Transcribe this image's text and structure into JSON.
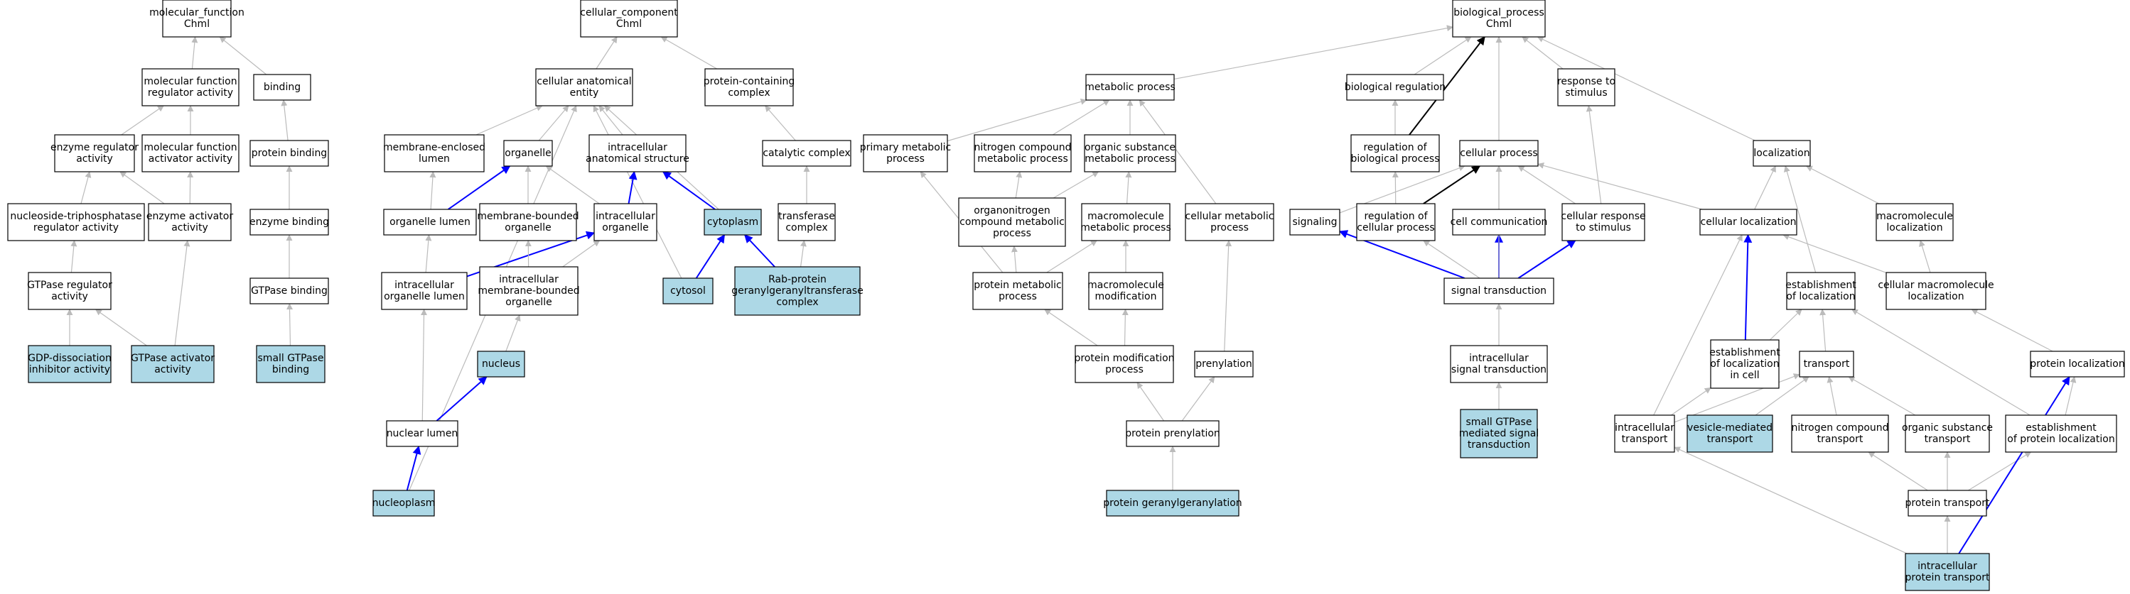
{
  "colors": {
    "highlight": "#add8e6",
    "plain": "#ffffff",
    "edge_gray": "#bbbbbb",
    "edge_blue": "#0000ff",
    "edge_black": "#000000"
  },
  "nodes": {
    "mf": {
      "lines": [
        "molecular_function",
        "Chml"
      ],
      "style": "plain"
    },
    "mfreg": {
      "lines": [
        "molecular function",
        "regulator activity"
      ],
      "style": "plain"
    },
    "binding": {
      "lines": [
        "binding"
      ],
      "style": "plain"
    },
    "enzreg": {
      "lines": [
        "enzyme regulator",
        "activity"
      ],
      "style": "plain"
    },
    "mfact": {
      "lines": [
        "molecular function",
        "activator activity"
      ],
      "style": "plain"
    },
    "protbind": {
      "lines": [
        "protein binding"
      ],
      "style": "plain"
    },
    "ntpreg": {
      "lines": [
        "nucleoside-triphosphatase",
        "regulator activity"
      ],
      "style": "plain"
    },
    "enzact": {
      "lines": [
        "enzyme activator",
        "activity"
      ],
      "style": "plain"
    },
    "enzbind": {
      "lines": [
        "enzyme binding"
      ],
      "style": "plain"
    },
    "gtpreg": {
      "lines": [
        "GTPase regulator",
        "activity"
      ],
      "style": "plain"
    },
    "gtpbind": {
      "lines": [
        "GTPase binding"
      ],
      "style": "plain"
    },
    "gdi": {
      "lines": [
        "GDP-dissociation",
        "inhibitor activity"
      ],
      "style": "highlight"
    },
    "gap": {
      "lines": [
        "GTPase activator",
        "activity"
      ],
      "style": "highlight"
    },
    "smgtpbind": {
      "lines": [
        "small GTPase",
        "binding"
      ],
      "style": "highlight"
    },
    "cc": {
      "lines": [
        "cellular_component",
        "Chml"
      ],
      "style": "plain"
    },
    "cae": {
      "lines": [
        "cellular anatomical",
        "entity"
      ],
      "style": "plain"
    },
    "pcc": {
      "lines": [
        "protein-containing",
        "complex"
      ],
      "style": "plain"
    },
    "menclumen": {
      "lines": [
        "membrane-enclosed",
        "lumen"
      ],
      "style": "plain"
    },
    "organelle": {
      "lines": [
        "organelle"
      ],
      "style": "plain"
    },
    "ias": {
      "lines": [
        "intracellular",
        "anatomical structure"
      ],
      "style": "plain"
    },
    "catcomplex": {
      "lines": [
        "catalytic complex"
      ],
      "style": "plain"
    },
    "orglumen": {
      "lines": [
        "organelle lumen"
      ],
      "style": "plain"
    },
    "mborg": {
      "lines": [
        "membrane-bounded",
        "organelle"
      ],
      "style": "plain"
    },
    "intorg": {
      "lines": [
        "intracellular",
        "organelle"
      ],
      "style": "plain"
    },
    "cytoplasm": {
      "lines": [
        "cytoplasm"
      ],
      "style": "highlight"
    },
    "transcomplex": {
      "lines": [
        "transferase",
        "complex"
      ],
      "style": "plain"
    },
    "intorglumen": {
      "lines": [
        "intracellular",
        "organelle lumen"
      ],
      "style": "plain"
    },
    "intmborg": {
      "lines": [
        "intracellular",
        "membrane-bounded",
        "organelle"
      ],
      "style": "plain"
    },
    "cytosol": {
      "lines": [
        "cytosol"
      ],
      "style": "highlight"
    },
    "rabggt": {
      "lines": [
        "Rab-protein",
        "geranylgeranyltransferase",
        "complex"
      ],
      "style": "highlight"
    },
    "nucleus": {
      "lines": [
        "nucleus"
      ],
      "style": "highlight"
    },
    "nuclumen": {
      "lines": [
        "nuclear lumen"
      ],
      "style": "plain"
    },
    "nucleoplasm": {
      "lines": [
        "nucleoplasm"
      ],
      "style": "highlight"
    },
    "bp": {
      "lines": [
        "biological_process",
        "Chml"
      ],
      "style": "plain"
    },
    "metproc": {
      "lines": [
        "metabolic process"
      ],
      "style": "plain"
    },
    "bioreg": {
      "lines": [
        "biological regulation"
      ],
      "style": "plain"
    },
    "respstim": {
      "lines": [
        "response to",
        "stimulus"
      ],
      "style": "plain"
    },
    "primmet": {
      "lines": [
        "primary metabolic",
        "process"
      ],
      "style": "plain"
    },
    "nitmet": {
      "lines": [
        "nitrogen compound",
        "metabolic process"
      ],
      "style": "plain"
    },
    "orgsubmet": {
      "lines": [
        "organic substance",
        "metabolic process"
      ],
      "style": "plain"
    },
    "regbio": {
      "lines": [
        "regulation of",
        "biological process"
      ],
      "style": "plain"
    },
    "cellproc": {
      "lines": [
        "cellular process"
      ],
      "style": "plain"
    },
    "localization": {
      "lines": [
        "localization"
      ],
      "style": "plain"
    },
    "orgnitmet": {
      "lines": [
        "organonitrogen",
        "compound metabolic",
        "process"
      ],
      "style": "plain"
    },
    "macromet": {
      "lines": [
        "macromolecule",
        "metabolic process"
      ],
      "style": "plain"
    },
    "cellmet": {
      "lines": [
        "cellular metabolic",
        "process"
      ],
      "style": "plain"
    },
    "signaling": {
      "lines": [
        "signaling"
      ],
      "style": "plain"
    },
    "regcell": {
      "lines": [
        "regulation of",
        "cellular process"
      ],
      "style": "plain"
    },
    "cellcomm": {
      "lines": [
        "cell communication"
      ],
      "style": "plain"
    },
    "cellresp": {
      "lines": [
        "cellular response",
        "to stimulus"
      ],
      "style": "plain"
    },
    "cellloc": {
      "lines": [
        "cellular localization"
      ],
      "style": "plain"
    },
    "macroloc": {
      "lines": [
        "macromolecule",
        "localization"
      ],
      "style": "plain"
    },
    "protmet": {
      "lines": [
        "protein metabolic",
        "process"
      ],
      "style": "plain"
    },
    "macromod": {
      "lines": [
        "macromolecule",
        "modification"
      ],
      "style": "plain"
    },
    "sigtrans": {
      "lines": [
        "signal transduction"
      ],
      "style": "plain"
    },
    "estloc": {
      "lines": [
        "establishment",
        "of localization"
      ],
      "style": "plain"
    },
    "cellmacroloc": {
      "lines": [
        "cellular macromolecule",
        "localization"
      ],
      "style": "plain"
    },
    "protmod": {
      "lines": [
        "protein modification",
        "process"
      ],
      "style": "plain"
    },
    "prenylation": {
      "lines": [
        "prenylation"
      ],
      "style": "plain"
    },
    "intsig": {
      "lines": [
        "intracellular",
        "signal transduction"
      ],
      "style": "plain"
    },
    "estlocincell": {
      "lines": [
        "establishment",
        "of localization",
        "in cell"
      ],
      "style": "plain"
    },
    "transport": {
      "lines": [
        "transport"
      ],
      "style": "plain"
    },
    "protloc": {
      "lines": [
        "protein localization"
      ],
      "style": "plain"
    },
    "protpren": {
      "lines": [
        "protein prenylation"
      ],
      "style": "plain"
    },
    "smgtpsig": {
      "lines": [
        "small GTPase",
        "mediated signal",
        "transduction"
      ],
      "style": "highlight"
    },
    "inttrans": {
      "lines": [
        "intracellular",
        "transport"
      ],
      "style": "plain"
    },
    "vesicle": {
      "lines": [
        "vesicle-mediated",
        "transport"
      ],
      "style": "highlight"
    },
    "nittrans": {
      "lines": [
        "nitrogen compound",
        "transport"
      ],
      "style": "plain"
    },
    "orgsubtrans": {
      "lines": [
        "organic substance",
        "transport"
      ],
      "style": "plain"
    },
    "estprotloc": {
      "lines": [
        "establishment",
        "of protein localization"
      ],
      "style": "plain"
    },
    "protgg": {
      "lines": [
        "protein geranylgeranylation"
      ],
      "style": "highlight"
    },
    "prottrans": {
      "lines": [
        "protein transport"
      ],
      "style": "plain"
    },
    "intprottrans": {
      "lines": [
        "intracellular",
        "protein transport"
      ],
      "style": "highlight"
    }
  },
  "edges": [
    [
      "mfreg",
      "mf",
      "gray"
    ],
    [
      "binding",
      "mf",
      "gray"
    ],
    [
      "enzreg",
      "mfreg",
      "gray"
    ],
    [
      "mfact",
      "mfreg",
      "gray"
    ],
    [
      "protbind",
      "binding",
      "gray"
    ],
    [
      "ntpreg",
      "enzreg",
      "gray"
    ],
    [
      "enzact",
      "enzreg",
      "gray"
    ],
    [
      "enzact",
      "mfact",
      "gray"
    ],
    [
      "enzbind",
      "protbind",
      "gray"
    ],
    [
      "gtpreg",
      "ntpreg",
      "gray"
    ],
    [
      "gtpbind",
      "enzbind",
      "gray"
    ],
    [
      "gdi",
      "gtpreg",
      "gray"
    ],
    [
      "gap",
      "gtpreg",
      "gray"
    ],
    [
      "gap",
      "enzact",
      "gray"
    ],
    [
      "smgtpbind",
      "gtpbind",
      "gray"
    ],
    [
      "cae",
      "cc",
      "gray"
    ],
    [
      "pcc",
      "cc",
      "gray"
    ],
    [
      "menclumen",
      "cae",
      "gray"
    ],
    [
      "organelle",
      "cae",
      "gray"
    ],
    [
      "ias",
      "cae",
      "gray"
    ],
    [
      "cytoplasm",
      "cae",
      "gray"
    ],
    [
      "cytosol",
      "cae",
      "gray"
    ],
    [
      "nucleoplasm",
      "cae",
      "gray"
    ],
    [
      "catcomplex",
      "pcc",
      "gray"
    ],
    [
      "transcomplex",
      "catcomplex",
      "gray"
    ],
    [
      "rabggt",
      "transcomplex",
      "gray"
    ],
    [
      "orglumen",
      "menclumen",
      "gray"
    ],
    [
      "orglumen",
      "organelle",
      "blue"
    ],
    [
      "mborg",
      "organelle",
      "gray"
    ],
    [
      "intorg",
      "organelle",
      "gray"
    ],
    [
      "intorg",
      "ias",
      "blue"
    ],
    [
      "cytoplasm",
      "ias",
      "blue"
    ],
    [
      "intorglumen",
      "orglumen",
      "gray"
    ],
    [
      "intorglumen",
      "intorg",
      "blue"
    ],
    [
      "intmborg",
      "mborg",
      "gray"
    ],
    [
      "intmborg",
      "intorg",
      "gray"
    ],
    [
      "cytosol",
      "cytoplasm",
      "blue"
    ],
    [
      "rabggt",
      "cytoplasm",
      "blue"
    ],
    [
      "nucleus",
      "intmborg",
      "gray"
    ],
    [
      "nuclumen",
      "intorglumen",
      "gray"
    ],
    [
      "nuclumen",
      "nucleus",
      "blue"
    ],
    [
      "nucleoplasm",
      "nuclumen",
      "blue"
    ],
    [
      "metproc",
      "bp",
      "gray"
    ],
    [
      "bioreg",
      "bp",
      "gray"
    ],
    [
      "respstim",
      "bp",
      "gray"
    ],
    [
      "cellproc",
      "bp",
      "gray"
    ],
    [
      "localization",
      "bp",
      "gray"
    ],
    [
      "regbio",
      "bp",
      "black"
    ],
    [
      "regbio",
      "bioreg",
      "gray"
    ],
    [
      "primmet",
      "metproc",
      "gray"
    ],
    [
      "nitmet",
      "metproc",
      "gray"
    ],
    [
      "orgsubmet",
      "metproc",
      "gray"
    ],
    [
      "cellmet",
      "metproc",
      "gray"
    ],
    [
      "orgnitmet",
      "nitmet",
      "gray"
    ],
    [
      "orgnitmet",
      "orgsubmet",
      "gray"
    ],
    [
      "macromet",
      "orgsubmet",
      "gray"
    ],
    [
      "protmet",
      "primmet",
      "gray"
    ],
    [
      "protmet",
      "orgnitmet",
      "gray"
    ],
    [
      "protmet",
      "macromet",
      "gray"
    ],
    [
      "macromod",
      "macromet",
      "gray"
    ],
    [
      "protmod",
      "protmet",
      "gray"
    ],
    [
      "protmod",
      "macromod",
      "gray"
    ],
    [
      "protpren",
      "protmod",
      "gray"
    ],
    [
      "protpren",
      "prenylation",
      "gray"
    ],
    [
      "prenylation",
      "cellmet",
      "gray"
    ],
    [
      "protgg",
      "protpren",
      "gray"
    ],
    [
      "signaling",
      "cellproc",
      "gray"
    ],
    [
      "regcell",
      "regbio",
      "gray"
    ],
    [
      "regcell",
      "cellproc",
      "black"
    ],
    [
      "cellcomm",
      "cellproc",
      "gray"
    ],
    [
      "cellresp",
      "cellproc",
      "gray"
    ],
    [
      "cellresp",
      "respstim",
      "gray"
    ],
    [
      "cellloc",
      "cellproc",
      "gray"
    ],
    [
      "cellloc",
      "localization",
      "gray"
    ],
    [
      "macroloc",
      "localization",
      "gray"
    ],
    [
      "sigtrans",
      "signaling",
      "blue"
    ],
    [
      "sigtrans",
      "regcell",
      "gray"
    ],
    [
      "sigtrans",
      "cellcomm",
      "blue"
    ],
    [
      "sigtrans",
      "cellresp",
      "blue"
    ],
    [
      "sigtrans",
      "cellproc",
      "gray"
    ],
    [
      "intsig",
      "sigtrans",
      "gray"
    ],
    [
      "smgtpsig",
      "intsig",
      "gray"
    ],
    [
      "estloc",
      "localization",
      "gray"
    ],
    [
      "cellmacroloc",
      "cellloc",
      "gray"
    ],
    [
      "cellmacroloc",
      "macroloc",
      "gray"
    ],
    [
      "estlocincell",
      "cellloc",
      "blue"
    ],
    [
      "estlocincell",
      "estloc",
      "gray"
    ],
    [
      "transport",
      "estloc",
      "gray"
    ],
    [
      "protloc",
      "cellmacroloc",
      "gray"
    ],
    [
      "inttrans",
      "cellloc",
      "gray"
    ],
    [
      "inttrans",
      "estlocincell",
      "gray"
    ],
    [
      "inttrans",
      "transport",
      "gray"
    ],
    [
      "vesicle",
      "transport",
      "gray"
    ],
    [
      "nittrans",
      "transport",
      "gray"
    ],
    [
      "orgsubtrans",
      "transport",
      "gray"
    ],
    [
      "estprotloc",
      "protloc",
      "gray"
    ],
    [
      "estprotloc",
      "estloc",
      "gray"
    ],
    [
      "prottrans",
      "nittrans",
      "gray"
    ],
    [
      "prottrans",
      "orgsubtrans",
      "gray"
    ],
    [
      "prottrans",
      "estprotloc",
      "gray"
    ],
    [
      "intprottrans",
      "prottrans",
      "gray"
    ],
    [
      "intprottrans",
      "inttrans",
      "gray"
    ],
    [
      "intprottrans",
      "protloc",
      "blue"
    ]
  ]
}
